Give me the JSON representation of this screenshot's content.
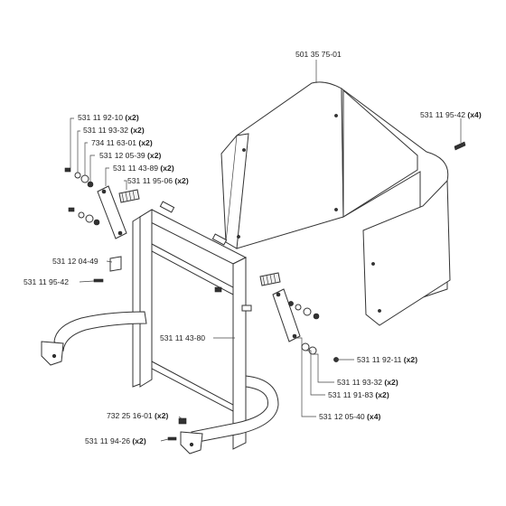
{
  "labels": {
    "l01": {
      "part": "501 35 75-01",
      "qty": ""
    },
    "l02": {
      "part": "531 11 95-42",
      "qty": "(x4)"
    },
    "l03": {
      "part": "531 11 92-10",
      "qty": "(x2)"
    },
    "l04": {
      "part": "531 11 93-32",
      "qty": "(x2)"
    },
    "l05": {
      "part": "734 11 63-01",
      "qty": "(x2)"
    },
    "l06": {
      "part": "531 12 05-39",
      "qty": "(x2)"
    },
    "l07": {
      "part": "531 11 43-89",
      "qty": "(x2)"
    },
    "l08": {
      "part": "531 11 95-06",
      "qty": "(x2)"
    },
    "l09": {
      "part": "531 12 04-49",
      "qty": ""
    },
    "l10": {
      "part": "531 11 95-42",
      "qty": ""
    },
    "l11": {
      "part": "531 11 43-80",
      "qty": ""
    },
    "l12": {
      "part": "531 11 92-11",
      "qty": "(x2)"
    },
    "l13": {
      "part": "531 11 93-32",
      "qty": "(x2)"
    },
    "l14": {
      "part": "531 11 91-83",
      "qty": "(x2)"
    },
    "l15": {
      "part": "531 12 05-40",
      "qty": "(x4)"
    },
    "l16": {
      "part": "732 25 16-01",
      "qty": "(x2)"
    },
    "l17": {
      "part": "531 11 94-26",
      "qty": "(x2)"
    }
  }
}
